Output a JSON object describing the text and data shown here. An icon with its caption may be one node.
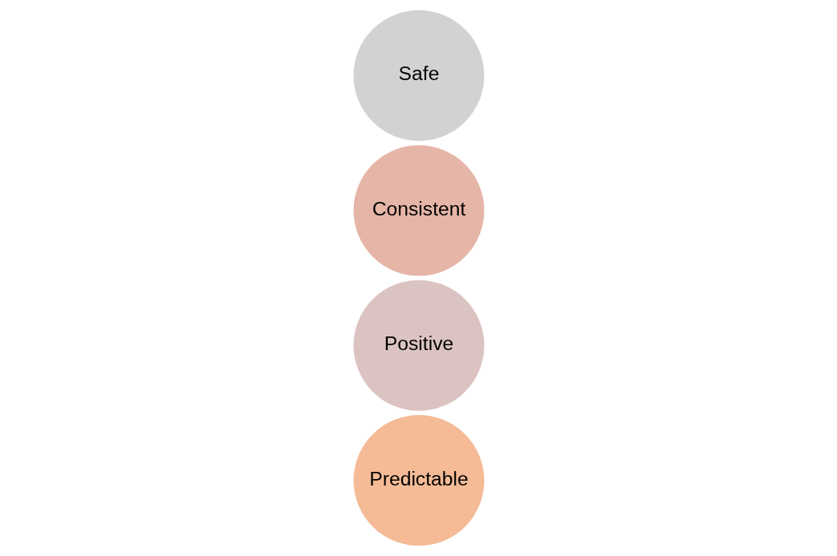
{
  "diagram": {
    "nodes": [
      {
        "text": [
          "Predictable"
        ]
      },
      {
        "text": [
          "Positive"
        ]
      },
      {
        "text": [
          "Consistent"
        ]
      },
      {
        "text": [
          "Safe"
        ]
      }
    ]
  }
}
